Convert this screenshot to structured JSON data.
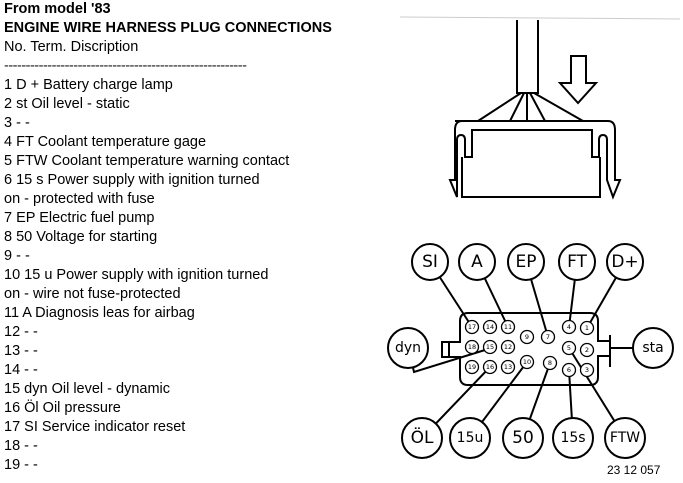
{
  "header": {
    "model": "From model '83",
    "title": "ENGINE WIRE HARNESS PLUG CONNECTIONS",
    "columns": "No. Term. Discription",
    "separator": "--------------------------------------------------------"
  },
  "rows": [
    "1 D + Battery charge lamp",
    "2 st Oil level - static",
    "3 - -",
    "4 FT Coolant temperature gage",
    "5 FTW Coolant temperature warning contact",
    "6 15 s Power supply with ignition turned",
    "on - protected with fuse",
    "7 EP Electric fuel pump",
    "8 50 Voltage for starting",
    "9 - -",
    "10 15 u Power supply with ignition turned",
    "on - wire not fuse-protected",
    "11 A Diagnosis leas for airbag",
    "12 - -",
    "13 - -",
    "14 - -",
    "15 dyn Oil level - dynamic",
    "16 Öl Oil pressure",
    "17 SI Service indicator reset",
    "18 - -",
    "19 - -"
  ],
  "diagram": {
    "terminals": [
      "SI",
      "A",
      "EP",
      "FT",
      "D+",
      "dyn",
      "sta",
      "ÖL",
      "15u",
      "50",
      "15s",
      "FTW"
    ],
    "pins": [
      "17",
      "14",
      "11",
      "9",
      "7",
      "4",
      "1",
      "18",
      "15",
      "12",
      "5",
      "2",
      "19",
      "16",
      "13",
      "10",
      "8",
      "6",
      "3"
    ],
    "caption": "23 12 057"
  }
}
